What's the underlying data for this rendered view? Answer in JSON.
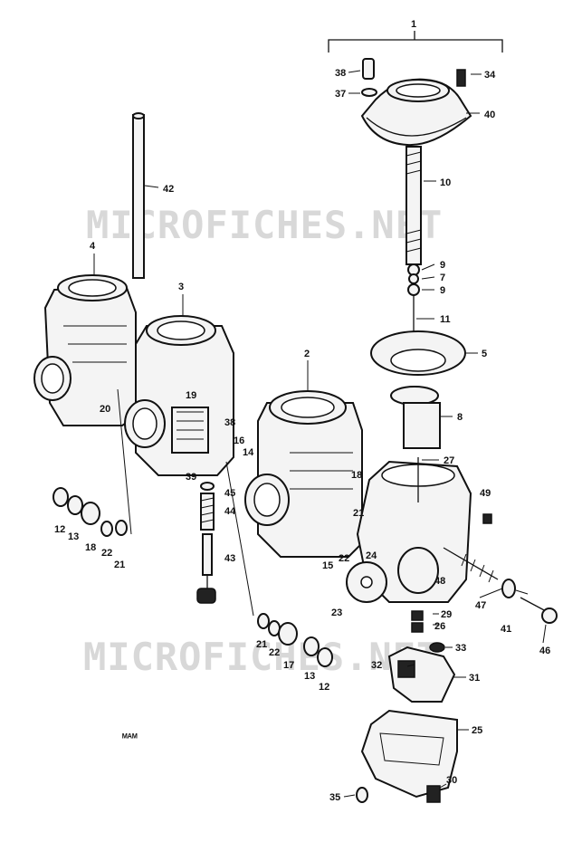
{
  "watermarks": [
    "MICROFICHES.NET",
    "MICROFICHES.NET"
  ],
  "figure_code": "ᴹᴬᴹ",
  "colors": {
    "ink": "#111111",
    "paper": "#ffffff",
    "watermark": "#d8d8d8"
  },
  "callouts": {
    "c1": "1",
    "c38": "38",
    "c34": "34",
    "c37": "37",
    "c40": "40",
    "c10": "10",
    "c42": "42",
    "c9": "9",
    "c7": "7",
    "c11": "11",
    "c5": "5",
    "c8": "8",
    "c4": "4",
    "c3": "3",
    "c2": "2",
    "c20": "20",
    "c19": "19",
    "c38b": "38",
    "c16": "16",
    "c14": "14",
    "c39": "39",
    "c45": "45",
    "c44": "44",
    "c43": "43",
    "c27": "27",
    "c49": "49",
    "c18b": "18",
    "c21b": "21",
    "c24": "24",
    "c22b": "22",
    "c15": "15",
    "c48": "48",
    "c47": "47",
    "c41": "41",
    "c46": "46",
    "c23": "23",
    "c29": "29",
    "c26": "26",
    "c12": "12",
    "c13": "13",
    "c18": "18",
    "c22": "22",
    "c21": "21",
    "c21c": "21",
    "c22c": "22",
    "c17": "17",
    "c13b": "13",
    "c12b": "12",
    "c33": "33",
    "c32": "32",
    "c31": "31",
    "c25": "25",
    "c30": "30",
    "c35": "35"
  }
}
